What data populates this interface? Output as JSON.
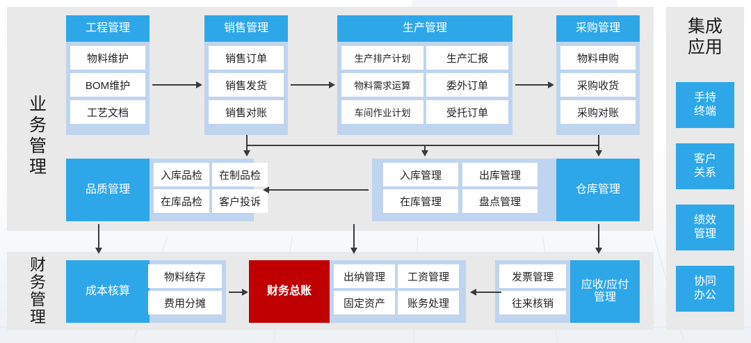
{
  "diagram": {
    "title": "ERP system architecture",
    "colors": {
      "accent_blue": "#2ea7e8",
      "light_blue": "#bfd4ee",
      "panel_gray": "#e9e9e9",
      "accent_red": "#c00000",
      "cell_white": "#ffffff",
      "line_dark": "#3a3a3a"
    }
  },
  "sections": {
    "business": {
      "label": "业务管理"
    },
    "finance": {
      "label": "财务管理"
    }
  },
  "apps": {
    "title": "集成\n应用",
    "title_line1": "集成",
    "title_line2": "应用",
    "items": [
      {
        "label": "手持\n终端",
        "line1": "手持",
        "line2": "终端"
      },
      {
        "label": "客户\n关系",
        "line1": "客户",
        "line2": "关系"
      },
      {
        "label": "绩效\n管理",
        "line1": "绩效",
        "line2": "管理"
      },
      {
        "label": "协同\n办公",
        "line1": "协同",
        "line2": "办公"
      }
    ]
  },
  "modules": {
    "engineering": {
      "header": "工程管理",
      "header_position": "top",
      "cells": [
        "物料维护",
        "BOM维护",
        "工艺文档"
      ]
    },
    "sales": {
      "header": "销售管理",
      "header_position": "top",
      "cells": [
        "销售订单",
        "销售发货",
        "销售对账"
      ]
    },
    "production": {
      "header": "生产管理",
      "header_position": "top",
      "cells": [
        "生产排产计划",
        "生产汇报",
        "物料需求运算",
        "委外订单",
        "车间作业计划",
        "受托订单"
      ]
    },
    "purchasing": {
      "header": "采购管理",
      "header_position": "top",
      "cells": [
        "物料申购",
        "采购收货",
        "采购对账"
      ]
    },
    "quality": {
      "header": "品质管理",
      "header_position": "left",
      "cells": [
        "入库品检",
        "在制品检",
        "在库品检",
        "客户投诉"
      ]
    },
    "warehouse": {
      "header": "仓库管理",
      "header_position": "right",
      "cells": [
        "入库管理",
        "出库管理",
        "在库管理",
        "盘点管理"
      ]
    },
    "cost": {
      "header": "成本核算",
      "header_position": "left",
      "cells": [
        "物料结存",
        "费用分摊"
      ]
    },
    "ledger": {
      "header": "财务总账",
      "header_position": "left",
      "header_color": "#c00000",
      "cells": [
        "出纳管理",
        "工资管理",
        "固定资产",
        "账务处理"
      ]
    },
    "receivable": {
      "header": "应收/应付\n管理",
      "header_line1": "应收/应付",
      "header_line2": "管理",
      "header_position": "right",
      "cells": [
        "发票管理",
        "往来核销"
      ]
    }
  },
  "connectors": [
    {
      "name": "engineering-to-sales",
      "type": "arrow-right"
    },
    {
      "name": "sales-to-production",
      "type": "arrow-right"
    },
    {
      "name": "production-to-purchasing",
      "type": "arrow-right"
    },
    {
      "name": "top-row-to-warehouse-bus",
      "type": "bus-down"
    },
    {
      "name": "warehouse-to-quality",
      "type": "arrow-left"
    },
    {
      "name": "quality-to-cost",
      "type": "arrow-down"
    },
    {
      "name": "warehouse-to-ledger",
      "type": "arrow-down"
    },
    {
      "name": "warehouse-to-receivable",
      "type": "arrow-down"
    },
    {
      "name": "cost-to-ledger",
      "type": "arrow-right"
    },
    {
      "name": "receivable-to-ledger",
      "type": "arrow-left"
    }
  ]
}
